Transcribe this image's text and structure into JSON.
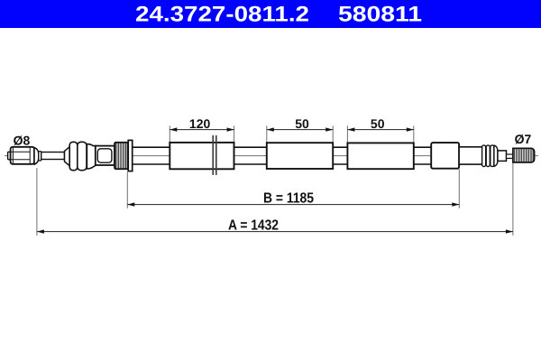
{
  "header": {
    "part_number": "24.3727-0811.2",
    "reference_number": "580811",
    "background_color": "#0101fe",
    "text_color": "#ffffff"
  },
  "drawing": {
    "type": "technical-diagram",
    "subject": "parking brake cable",
    "labels": {
      "left_end_diameter": "Ø8",
      "right_end_diameter": "Ø7",
      "sleeve1_length": "120",
      "sleeve2_length": "50",
      "sleeve3_length": "50",
      "dimension_b": "B = 1185",
      "dimension_a": "A = 1432"
    },
    "colors": {
      "outline": "#111111",
      "dimension_line": "#3a3a3a",
      "extension_line": "#6e6e6e",
      "center_line": "#808080",
      "fill": "#ffffff"
    }
  }
}
